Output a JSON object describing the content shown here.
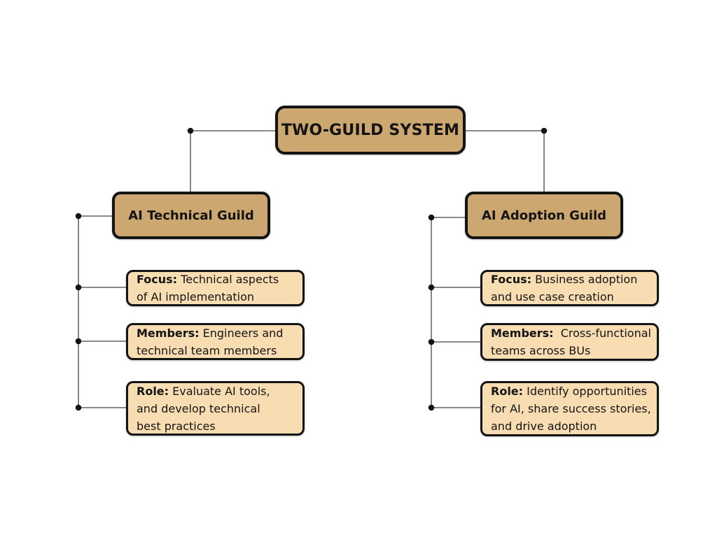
{
  "root": {
    "title": "TWO-GUILD SYSTEM"
  },
  "branches": [
    {
      "title": "AI Technical Guild",
      "children": [
        {
          "label": "Focus:",
          "text": " Technical aspects\nof AI implementation"
        },
        {
          "label": "Members:",
          "text": " Engineers and\ntechnical team members"
        },
        {
          "label": "Role:",
          "text": " Evaluate AI tools,\nand develop technical\nbest practices"
        }
      ]
    },
    {
      "title": "AI Adoption Guild",
      "children": [
        {
          "label": "Focus:",
          "text": " Business adoption\nand use case creation"
        },
        {
          "label": "Members:",
          "text": "  Cross-functional\nteams across BUs"
        },
        {
          "label": "Role:",
          "text": " Identify opportunities\nfor AI, share success stories,\nand drive adoption"
        }
      ]
    }
  ],
  "colors": {
    "guild_fill": "#CCA770",
    "child_fill": "#F9DDB2",
    "ink": "#141414",
    "line": "#444444",
    "dot": "#141414"
  }
}
